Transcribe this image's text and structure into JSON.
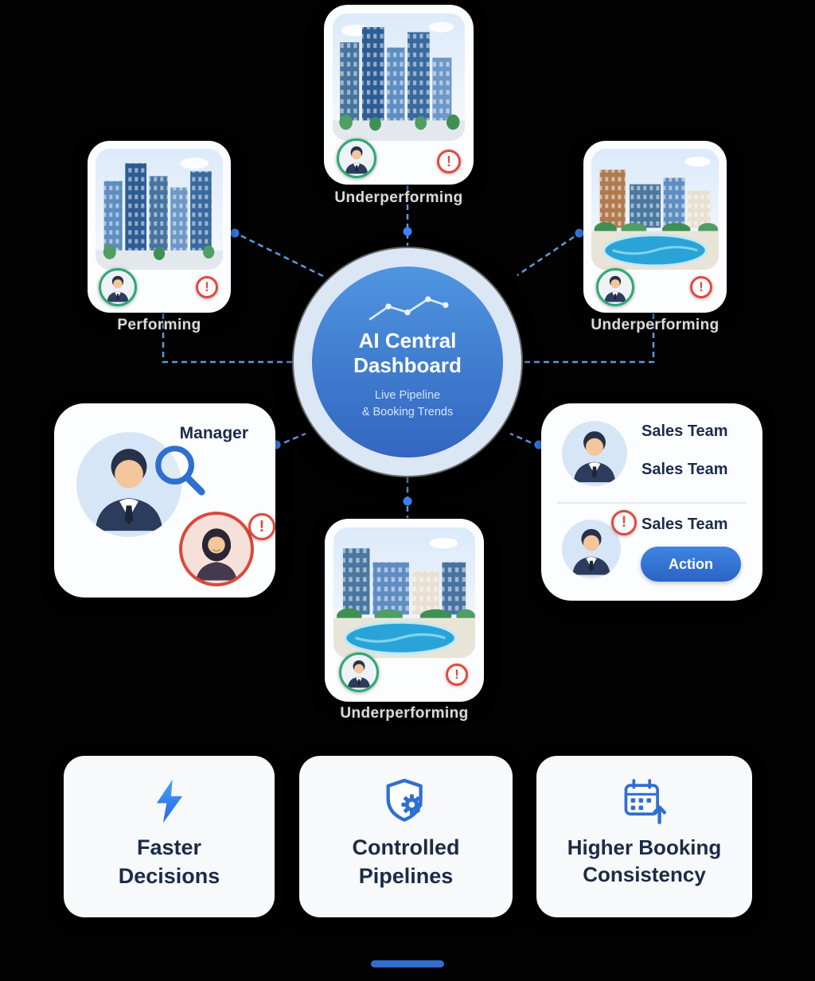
{
  "accent": "#3b82f6",
  "icons": {
    "alert_glyph": "!"
  },
  "center": {
    "title_line1": "AI Central",
    "title_line2": "Dashboard",
    "subtitle_line1": "Live Pipeline",
    "subtitle_line2": "& Booking Trends"
  },
  "nodes": {
    "top": {
      "label": "Underperforming",
      "type": "city"
    },
    "left": {
      "label": "Performing",
      "type": "city"
    },
    "right": {
      "label": "Underperforming",
      "type": "resort"
    },
    "bottom": {
      "label": "Underperforming",
      "type": "resort"
    }
  },
  "manager_card": {
    "title": "Manager"
  },
  "sales_card": {
    "row1_label": "Sales Team",
    "row2_label": "Sales Team",
    "row3_label": "Sales Team",
    "action_label": "Action"
  },
  "benefits": [
    {
      "line1": "Faster",
      "line2": "Decisions"
    },
    {
      "line1": "Controlled",
      "line2": "Pipelines"
    },
    {
      "line1": "Higher Booking",
      "line2": "Consistency"
    }
  ]
}
